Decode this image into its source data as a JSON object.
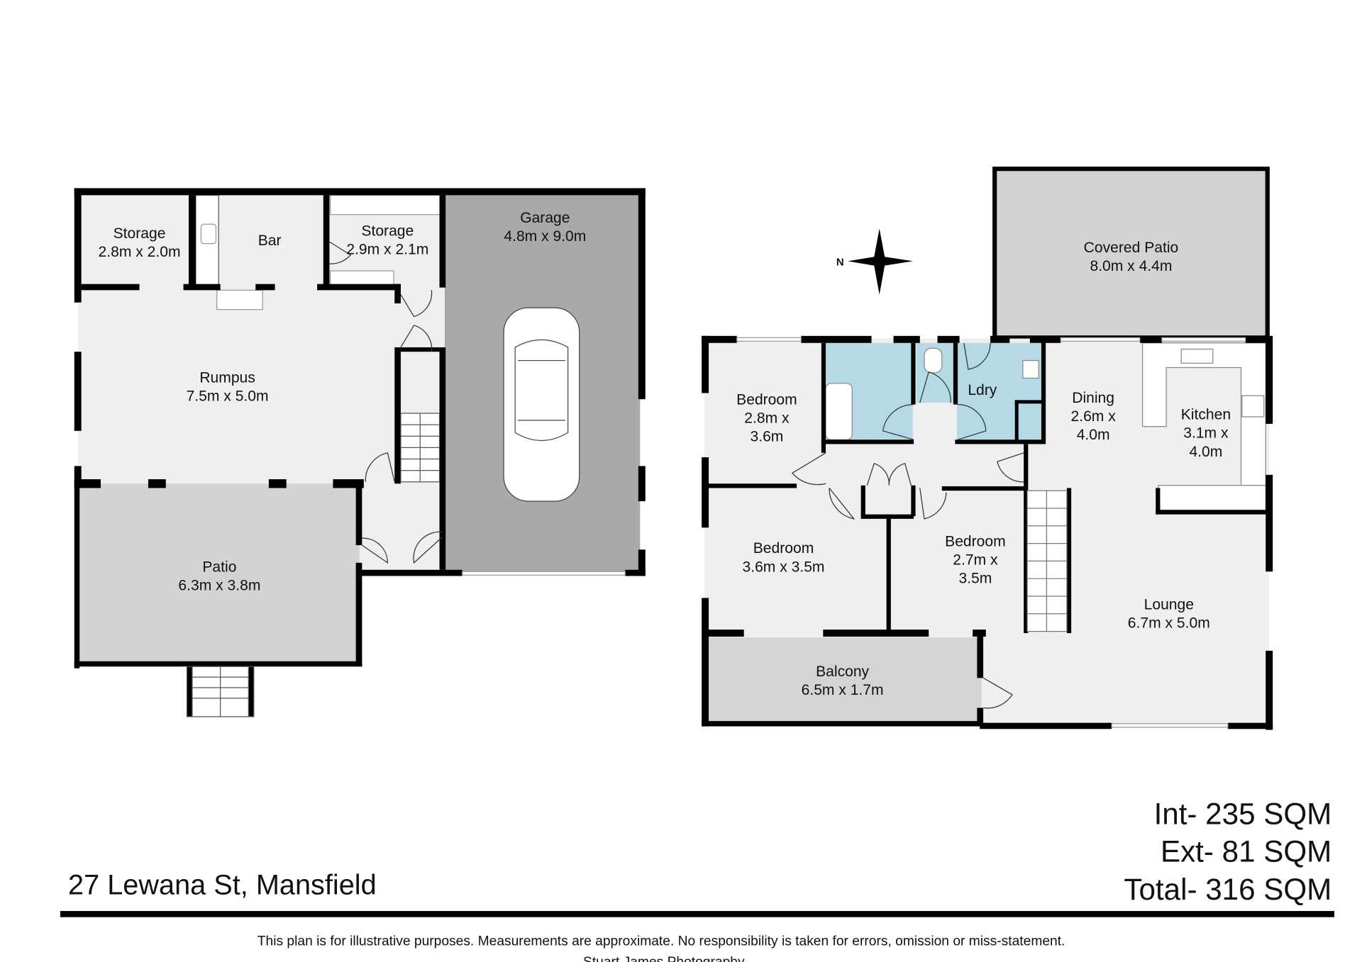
{
  "address": "27 Lewana St, Mansfield",
  "areas": {
    "internal": "Int- 235 SQM",
    "external": "Ext- 81 SQM",
    "total": "Total- 316 SQM"
  },
  "disclaimer": "This plan is for illustrative purposes. Measurements are approximate. No responsibility is taken for errors, omission or miss-statement.",
  "credit": "Stuart James Photography",
  "compass_label": "N",
  "colors": {
    "room": "#efefef",
    "garage": "#a9a9a9",
    "outdoor": "#d3d3d3",
    "wet": "#b5dae5",
    "wall": "#000000"
  },
  "lower_floor": {
    "rooms": [
      {
        "name": "Storage",
        "size": "2.8m x 2.0m"
      },
      {
        "name": "Bar",
        "size": ""
      },
      {
        "name": "Storage",
        "size": "2.9m x 2.1m"
      },
      {
        "name": "Garage",
        "size": "4.8m x 9.0m"
      },
      {
        "name": "Rumpus",
        "size": "7.5m x 5.0m"
      },
      {
        "name": "Patio",
        "size": "6.3m x 3.8m"
      }
    ]
  },
  "upper_floor": {
    "rooms": [
      {
        "name": "Covered Patio",
        "size": "8.0m x 4.4m"
      },
      {
        "name": "Bedroom",
        "size": "2.8m x",
        "size2": "3.6m"
      },
      {
        "name": "Ldry",
        "size": ""
      },
      {
        "name": "Dining",
        "size": "2.6m x",
        "size2": "4.0m"
      },
      {
        "name": "Kitchen",
        "size": "3.1m x",
        "size2": "4.0m"
      },
      {
        "name": "Bedroom",
        "size": "3.6m x 3.5m"
      },
      {
        "name": "Bedroom",
        "size": "2.7m x",
        "size2": "3.5m"
      },
      {
        "name": "Lounge",
        "size": "6.7m x 5.0m"
      },
      {
        "name": "Balcony",
        "size": "6.5m x 1.7m"
      }
    ]
  }
}
